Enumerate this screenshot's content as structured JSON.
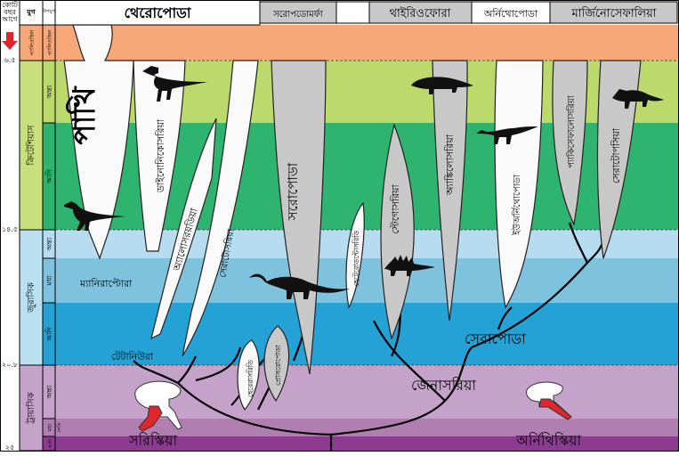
{
  "colors": {
    "paleogene": "#f8a878",
    "late_cretaceous": "#bcd96c",
    "early_cretaceous": "#2eb46e",
    "late_jurassic": "#b7dcef",
    "middle_jurassic": "#7fc2de",
    "early_jurassic": "#24a2d5",
    "late_triassic": "#c5a2c9",
    "middle_triassic": "#b07eb1",
    "early_triassic": "#8d3b91",
    "arrow": "#e0262b"
  },
  "axis": {
    "title": [
      "কোটি",
      "বছর",
      "আগে"
    ],
    "ages": [
      "৬.৫",
      "১৪.৫",
      "২০.৮",
      "২৫"
    ]
  },
  "columns": {
    "era": "যুগ",
    "epoch": "উপযুগ"
  },
  "periods": {
    "paleogene": "প্যালিওজিন",
    "cretaceous": "ক্রিটেশিয়াস",
    "jurassic": "জুরাসিক",
    "triassic": "ট্রায়াসিক"
  },
  "epochs": {
    "paleogene": "প্যালিওজিন",
    "late": "অন্ত্য",
    "middle": "মধ্য",
    "early": "আদি",
    "ladinian": "লেডি"
  },
  "header": {
    "theropoda": "থেরোপোডা",
    "sauropodomorpha": "সরোপডোমর্ফা",
    "thyreophora": "থাইরিওফোরা",
    "ornithopoda": "অর্নিথোপোডা",
    "marginocephalia": "মার্জিনোসেফালিয়া"
  },
  "clades": {
    "birds": "পাখি",
    "deinonychosauria": "ডাইনোনিকোসরিয়া",
    "allosauroidea": "অ্যালোসরয়ডিয়া",
    "ceratosauria": "সেরাটোসরিয়া",
    "sauropoda": "সরোপোডা",
    "herrerasauridae": "হেরেরাসরিডি",
    "prosauropoda": "প্রোসরোপোডা",
    "heterodontosauridae": "হেটেরোডন্টোসরিডি",
    "stegosauria": "স্টেগোসরিয়া",
    "ankylosauria": "অ্যাঙ্কিলোসরিয়া",
    "euornithopoda": "ইউঅর্নিথোপোডা",
    "pachycephalosauria": "প্যাকিসেফালোসরিয়া",
    "ceratopsia": "সেরাটোপসিয়া"
  },
  "nodes": {
    "maniraptora": "ম্যানিরাপ্টোরা",
    "tetanurae": "টেটানিউরা",
    "cerapoda": "সেরাপোডা",
    "genasauria": "জেনাসরিয়া",
    "saurischia": "সরিস্কিয়া",
    "ornithischia": "অর্নিথিস্কিয়া"
  }
}
